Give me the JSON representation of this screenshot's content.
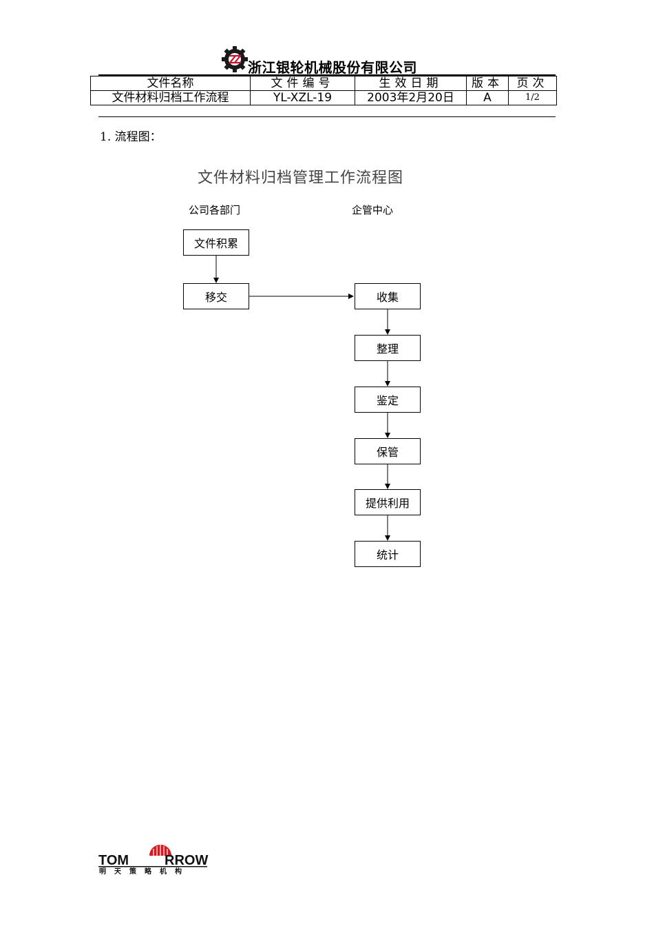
{
  "header": {
    "company_name": "浙江银轮机械股份有限公司",
    "logo_icon": "yinlun-gear-logo-icon"
  },
  "info_table": {
    "headers": [
      "文件名称",
      "文件编号",
      "生效日期",
      "版本",
      "页次"
    ],
    "values": [
      "文件材料归档工作流程",
      "YL-XZL-19",
      "2003年2月20日",
      "A",
      "1/2"
    ]
  },
  "section": {
    "heading": "1.  流程图："
  },
  "flowchart": {
    "title": "文件材料归档管理工作流程图",
    "lanes": {
      "left": "公司各部门",
      "right": "企管中心"
    },
    "nodes": {
      "accumulate": "文件积累",
      "transfer": "移交",
      "collect": "收集",
      "organize": "整理",
      "appraise": "鉴定",
      "preserve": "保管",
      "provide": "提供利用",
      "statistics": "统计"
    }
  },
  "footer": {
    "brand_left": "TOM",
    "brand_right": "RROW",
    "brand_sub": "明天策略机构",
    "logo_icon": "tomorrow-brand-logo-icon"
  }
}
